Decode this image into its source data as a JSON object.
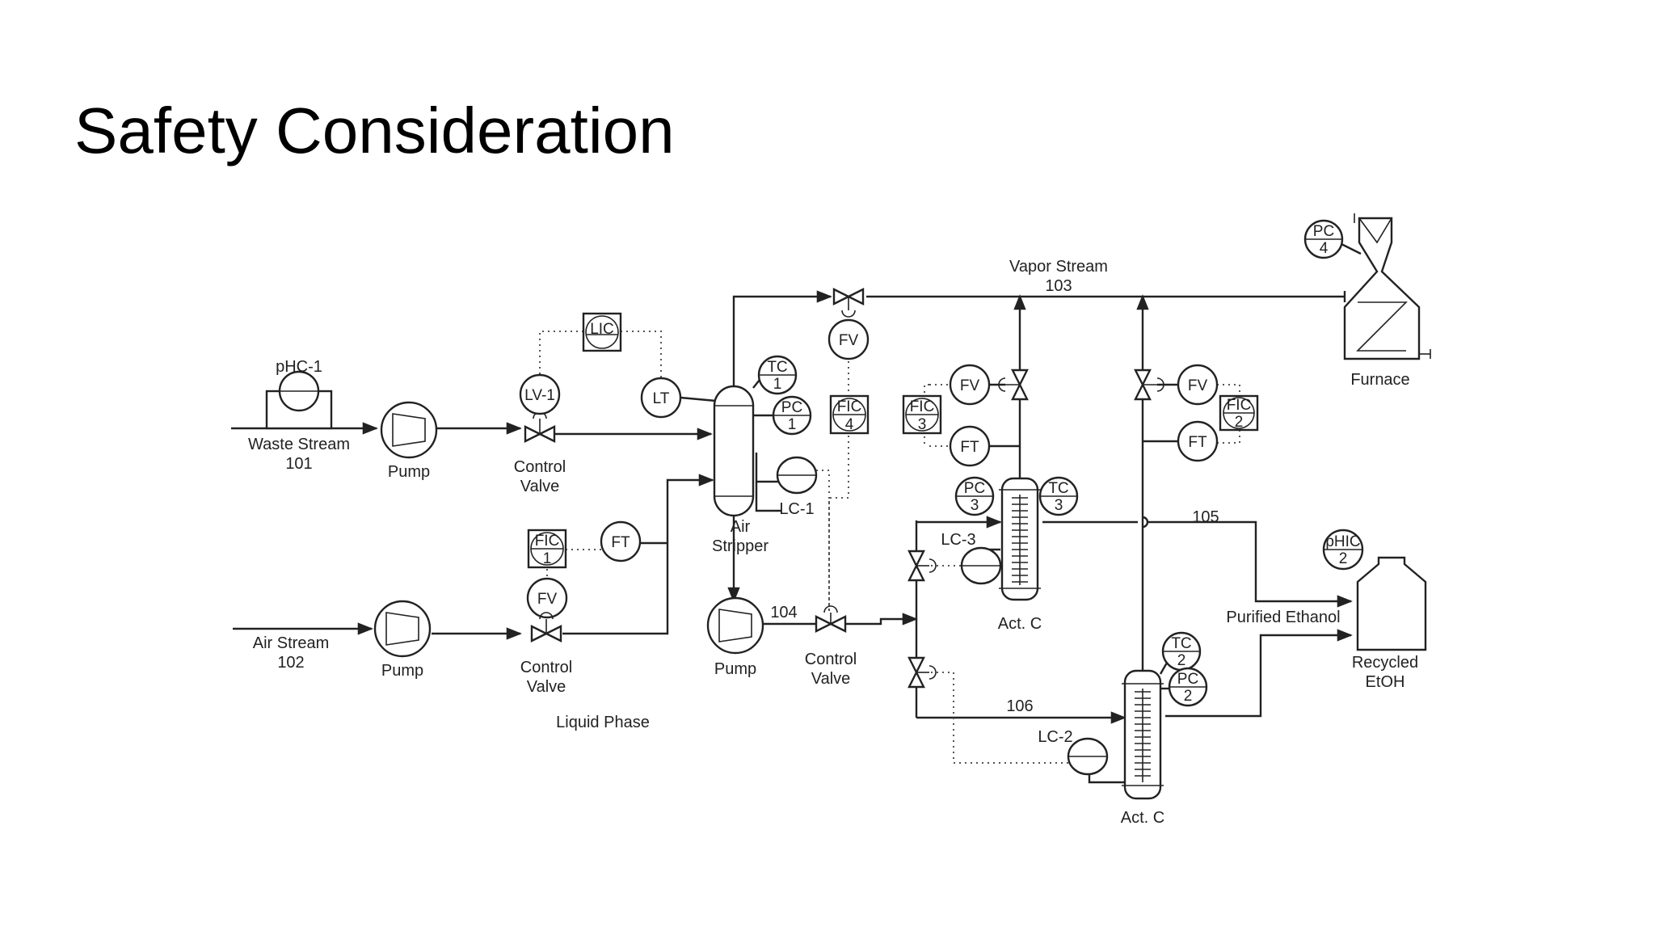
{
  "slide": {
    "title": "Safety Consideration"
  },
  "diagram": {
    "labels": {
      "waste_stream": "Waste Stream",
      "waste_stream_no": "101",
      "air_stream": "Air Stream",
      "air_stream_no": "102",
      "pump": "Pump",
      "control": "Control",
      "valve": "Valve",
      "air": "Air",
      "stripper": "Stripper",
      "vapor_stream": "Vapor Stream",
      "vapor_stream_no": "103",
      "stream_104": "104",
      "stream_105": "105",
      "stream_106": "106",
      "act_c": "Act. C",
      "furnace": "Furnace",
      "purified_ethanol": "Purified Ethanol",
      "recycled": "Recycled",
      "etoh": "EtOH",
      "liquid_phase": "Liquid Phase"
    },
    "instruments": {
      "phc1": "pHC-1",
      "lic": "LIC",
      "lv1": "LV-1",
      "lt": "LT",
      "tc": "TC",
      "pc": "PC",
      "fic": "FIC",
      "fv": "FV",
      "ft": "FT",
      "lc1": "LC-1",
      "lc2": "LC-2",
      "lc3": "LC-3",
      "phic": "pHIC",
      "n1": "1",
      "n2": "2",
      "n3": "3",
      "n4": "4"
    }
  }
}
